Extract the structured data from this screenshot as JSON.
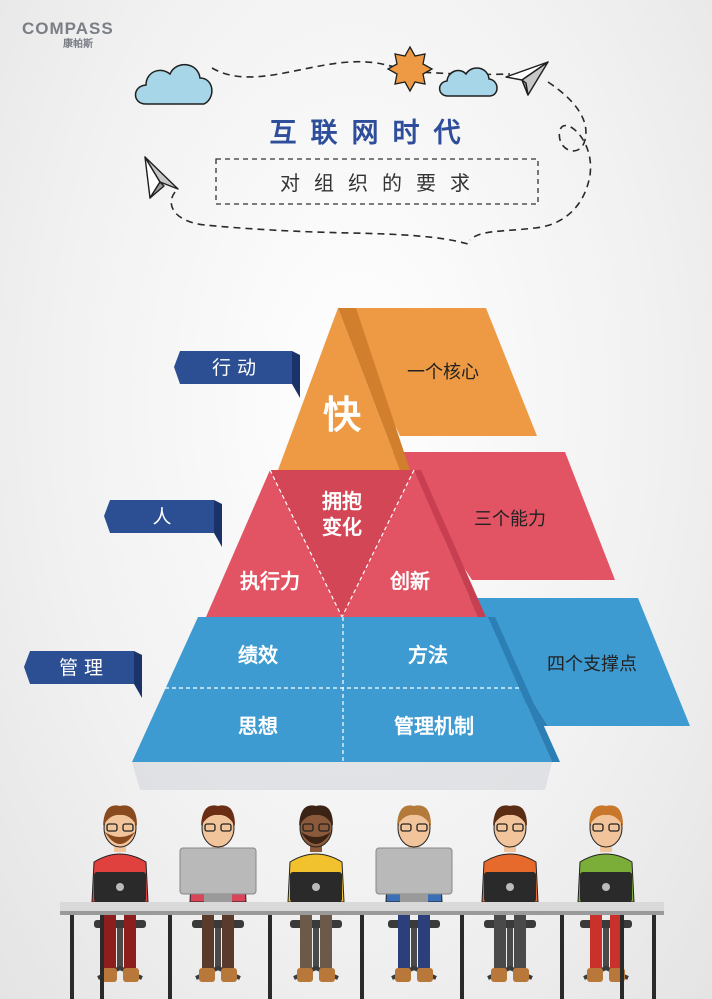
{
  "brand": {
    "name": "COMPASS",
    "cn_name": "康帕斯"
  },
  "header": {
    "title": "互联网时代",
    "subtitle": "对组织的要求"
  },
  "sections": {
    "action": {
      "tag": "行动",
      "label": "一个核心",
      "center": "快"
    },
    "people": {
      "tag": "人",
      "label": "三个能力",
      "center": "拥抱\n变化",
      "left": "执行力",
      "right": "创新"
    },
    "management": {
      "tag": "管理",
      "label": "四个支撑点",
      "cells": [
        "绩效",
        "方法",
        "思想",
        "管理机制"
      ]
    }
  },
  "colors": {
    "orange": "#EE9A45",
    "orange_dark": "#D27F2D",
    "red": "#E25363",
    "red_dark": "#C73F50",
    "blue": "#3D9BD1",
    "blue_dark": "#2B7FB4",
    "navy": "#2C4F93",
    "title_blue": "#2E4D9A"
  }
}
